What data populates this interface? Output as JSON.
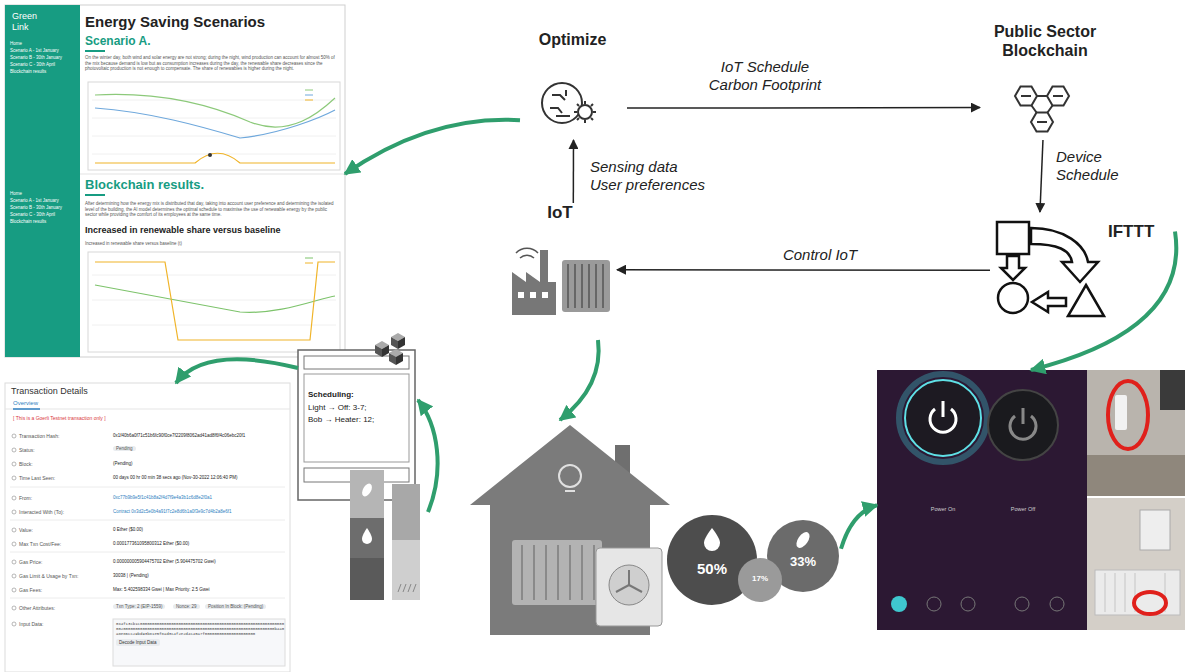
{
  "diagram": {
    "nodes": [
      {
        "text": [
          "Optimize"
        ]
      },
      {
        "text": [
          "Public Sector Blockchain"
        ]
      },
      {
        "text": [
          "IoT"
        ]
      },
      {
        "text": [
          "IFTTT"
        ]
      },
      {
        "text": [
          "Green Link",
          "Home",
          "Scenario A - 1st January",
          "Scenario B - 30th January",
          "Scenario C - 30th April",
          "Blockchain results",
          "Home",
          "Scenario A - 1st January",
          "Scenario B - 30th January",
          "Scenario C - 30th April",
          "Blockchain results",
          "Energy Saving Scenarios",
          "Scenario A.",
          "On the winter day, both wind and solar energy are not strong; during the night, wind production can account for almost 50% of the mix because demand is low but as consumption increases during the day, the renewable share decreases since the photovoltaic production is not enough to compensate. The share of renewables is higher during the night.",
          "Blockchain results.",
          "After determining how the energy mix is distributed that day, taking into account user preference and determining the isolated level of the building, the AI model determines the optimal schedule to maximise the use of renewable energy by the public sector while providing the comfort of its employees at the same time.",
          "Increased in renewable share versus baseline",
          "Increased in renewable share versus baseline (t)"
        ]
      },
      {
        "text": [
          "Transaction Details",
          "Overview",
          "[ This is a Goerli Testnet transaction only ]",
          "Transaction Hash:",
          "0x1f40b6a0f71c51b6fc90f0ce7f2209f8062ad41ad8f6f4c06ebc20f1",
          "Status:",
          "Pending",
          "Block:",
          "(Pending)",
          "Time Last Seen:",
          "00 days 00 hr 00 min 38 secs ago (Nov-30-2022 12:06:40 PM)",
          "From:",
          "0xc77b9b9e5f1c41b8a2f4d7f9e4a3b1c6d8e2f0a1",
          "Interacted With (To):",
          "Contract 0x3d2c5e0b4a91f7c2e8d6b1a0f3e9c7d4b2a8e6f1",
          "Value:",
          "0 Ether ($0.00)",
          "Max Txn Cost/Fee:",
          "0.000177361095800312 Ether ($0.00)",
          "Gas Price:",
          "0.000000005904475702 Ether (5.904475702 Gwei)",
          "Gas Limit & Usage by Txn:",
          "30038 | (Pending)",
          "Gas Fees:",
          "Max: 5.402598334 Gwei | Max Priority: 2.5 Gwei",
          "Other Attributes:",
          "Txn Type: 2 (EIP-1559)",
          "Nonce: 29",
          "Position In Block: (Pending)",
          "Input Data:",
          "0x4f13cb1c000000000000000000000000000000000000000000000000000000000000002000000000000000000000000000000000000000000000000000000000000000b4a0a8e86cc29bd93b81e5f8ad3c4f2e2d4c45a7f000000000000000000000",
          "Decode Input Data"
        ]
      },
      {
        "text": [
          "Scheduling:",
          "Light → Off: 3-7;",
          "Bob → Heater: 12;"
        ]
      },
      {
        "text": [
          "50%"
        ]
      },
      {
        "text": [
          "17%"
        ]
      },
      {
        "text": [
          "33%"
        ]
      },
      {
        "text": [
          "Power On",
          "Power Off"
        ]
      }
    ],
    "edges": [
      {
        "from": 0,
        "to": 1,
        "arrow": "to",
        "label": "IoT Schedule Carbon Footprint"
      },
      {
        "from": 2,
        "to": 0,
        "arrow": "to",
        "label": "Sensing data User preferences"
      },
      {
        "from": 1,
        "to": 3,
        "arrow": "to",
        "label": "Device Schedule"
      },
      {
        "from": 3,
        "to": 2,
        "arrow": "to",
        "label": "Control IoT"
      },
      {
        "from": 0,
        "to": 4,
        "arrow": "to"
      },
      {
        "from": 6,
        "to": 5,
        "arrow": "to"
      },
      {
        "from": 9,
        "to": 10,
        "arrow": "to"
      },
      {
        "from": 3,
        "to": 10,
        "arrow": "to"
      }
    ]
  }
}
